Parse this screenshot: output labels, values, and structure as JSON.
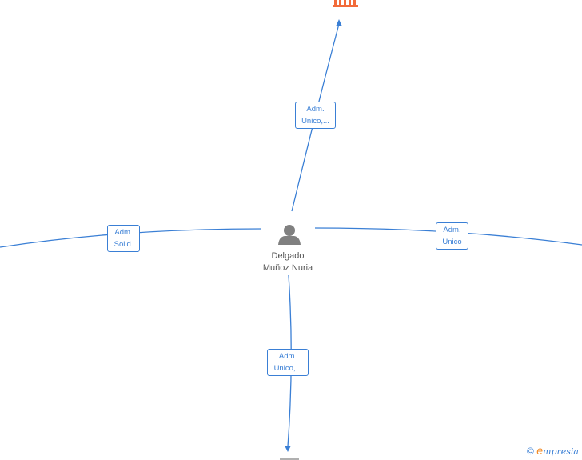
{
  "person": {
    "name_line1": "Delgado",
    "name_line2": "Muñoz Nuria",
    "icon": "person-icon"
  },
  "relations": [
    {
      "id": "top",
      "line1": "Adm.",
      "line2": "Unico,...",
      "target_icon": "building-icon",
      "target_color": "#f26b3a"
    },
    {
      "id": "left",
      "line1": "Adm.",
      "line2": "Solid."
    },
    {
      "id": "right",
      "line1": "Adm.",
      "line2": "Unico"
    },
    {
      "id": "bottom",
      "line1": "Adm.",
      "line2": "Unico,..."
    }
  ],
  "watermark": {
    "copyright": "©",
    "brand_initial": "e",
    "brand_rest": "mpresia"
  },
  "colors": {
    "edge": "#3a7fd5",
    "person": "#808080",
    "company": "#f26b3a"
  }
}
